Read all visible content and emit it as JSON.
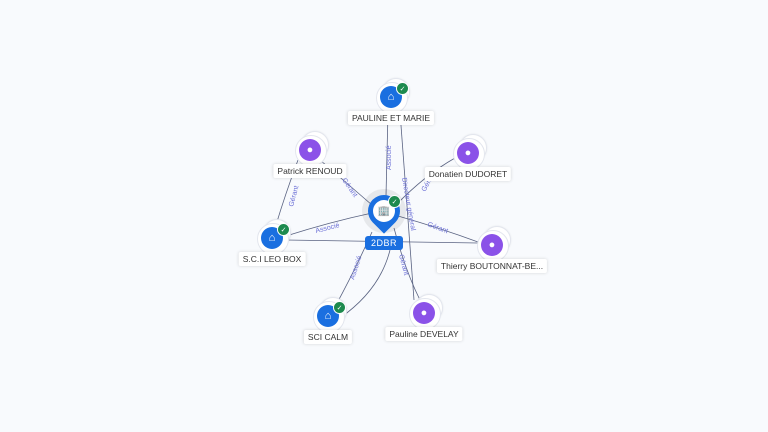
{
  "center": {
    "name": "2DBR",
    "verified": true,
    "icon": "company-building-icon"
  },
  "nodes": [
    {
      "id": "pauline-et-marie",
      "name": "PAULINE ET MARIE",
      "type": "company",
      "verified": true
    },
    {
      "id": "patrick-renoud",
      "name": "Patrick RENOUD",
      "type": "person",
      "verified": false
    },
    {
      "id": "donatien-dudoret",
      "name": "Donatien DUDORET",
      "type": "person",
      "verified": false
    },
    {
      "id": "sci-leo-box",
      "name": "S.C.I LEO BOX",
      "type": "company",
      "verified": true
    },
    {
      "id": "thierry",
      "name": "Thierry BOUTONNAT-BE...",
      "type": "person",
      "verified": false
    },
    {
      "id": "sci-calm",
      "name": "SCI CALM",
      "type": "company",
      "verified": true
    },
    {
      "id": "pauline-develay",
      "name": "Pauline DEVELAY",
      "type": "person",
      "verified": false
    }
  ],
  "edges": [
    {
      "label": "Associé"
    },
    {
      "label": "Directeur général"
    },
    {
      "label": "Gérant"
    },
    {
      "label": "Gérant"
    },
    {
      "label": "Gérant"
    },
    {
      "label": "Associé"
    },
    {
      "label": "Gérant"
    },
    {
      "label": "Associé"
    },
    {
      "label": "Gérant"
    }
  ],
  "colors": {
    "company": "#1a6fe0",
    "person": "#8b52e8",
    "verified": "#1d8a4e",
    "edge": "#5a6382",
    "edge_label": "#6b6fd6"
  }
}
